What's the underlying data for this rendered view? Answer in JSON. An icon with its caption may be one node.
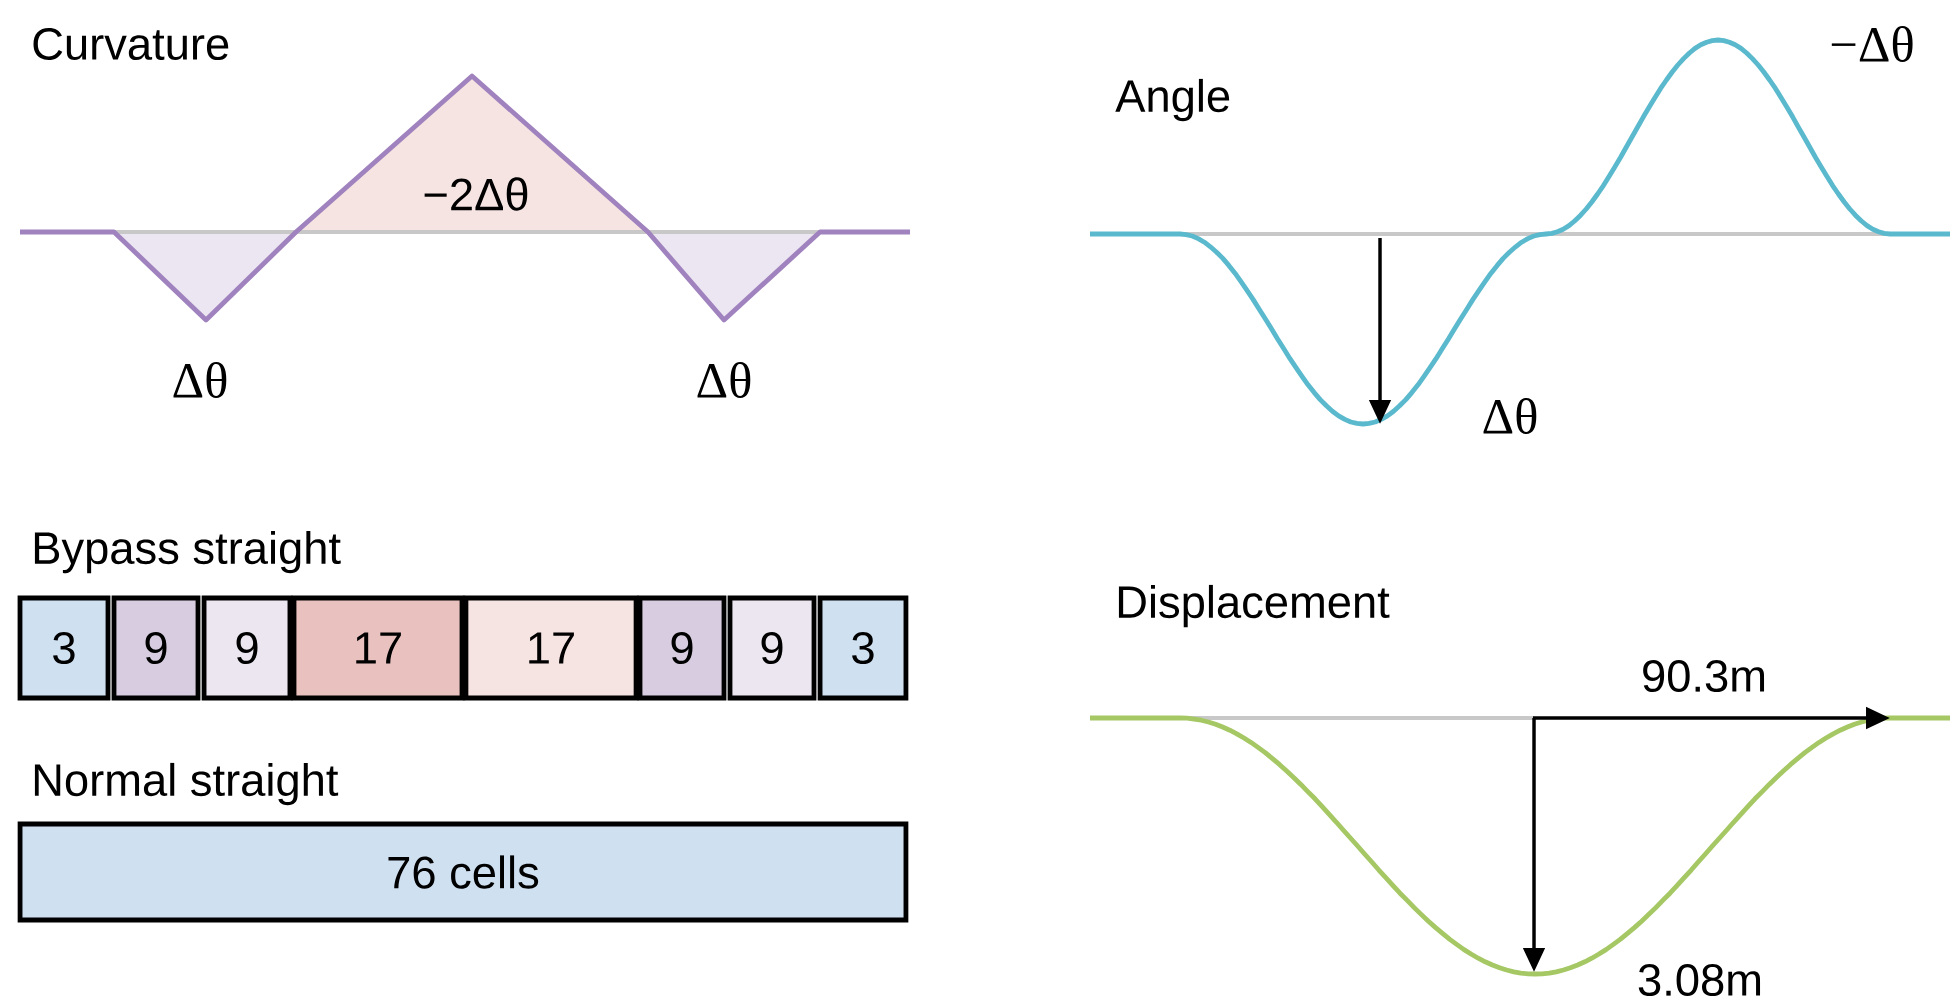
{
  "diagram": {
    "nodes": [
      {
        "text": [
          "3"
        ]
      },
      {
        "text": [
          "9"
        ]
      },
      {
        "text": [
          "9"
        ]
      },
      {
        "text": [
          "17"
        ]
      },
      {
        "text": [
          "17"
        ]
      },
      {
        "text": [
          "9"
        ]
      },
      {
        "text": [
          "9"
        ]
      },
      {
        "text": [
          "3"
        ]
      },
      {
        "text": [
          "76 cells"
        ]
      }
    ],
    "labels": [
      "Curvature",
      "−2Δθ",
      "Δθ",
      "Δθ",
      "Angle",
      "−Δθ",
      "Δθ",
      "Bypass straight",
      "Displacement",
      "90.3m",
      "Normal straight",
      "3.08m"
    ]
  }
}
